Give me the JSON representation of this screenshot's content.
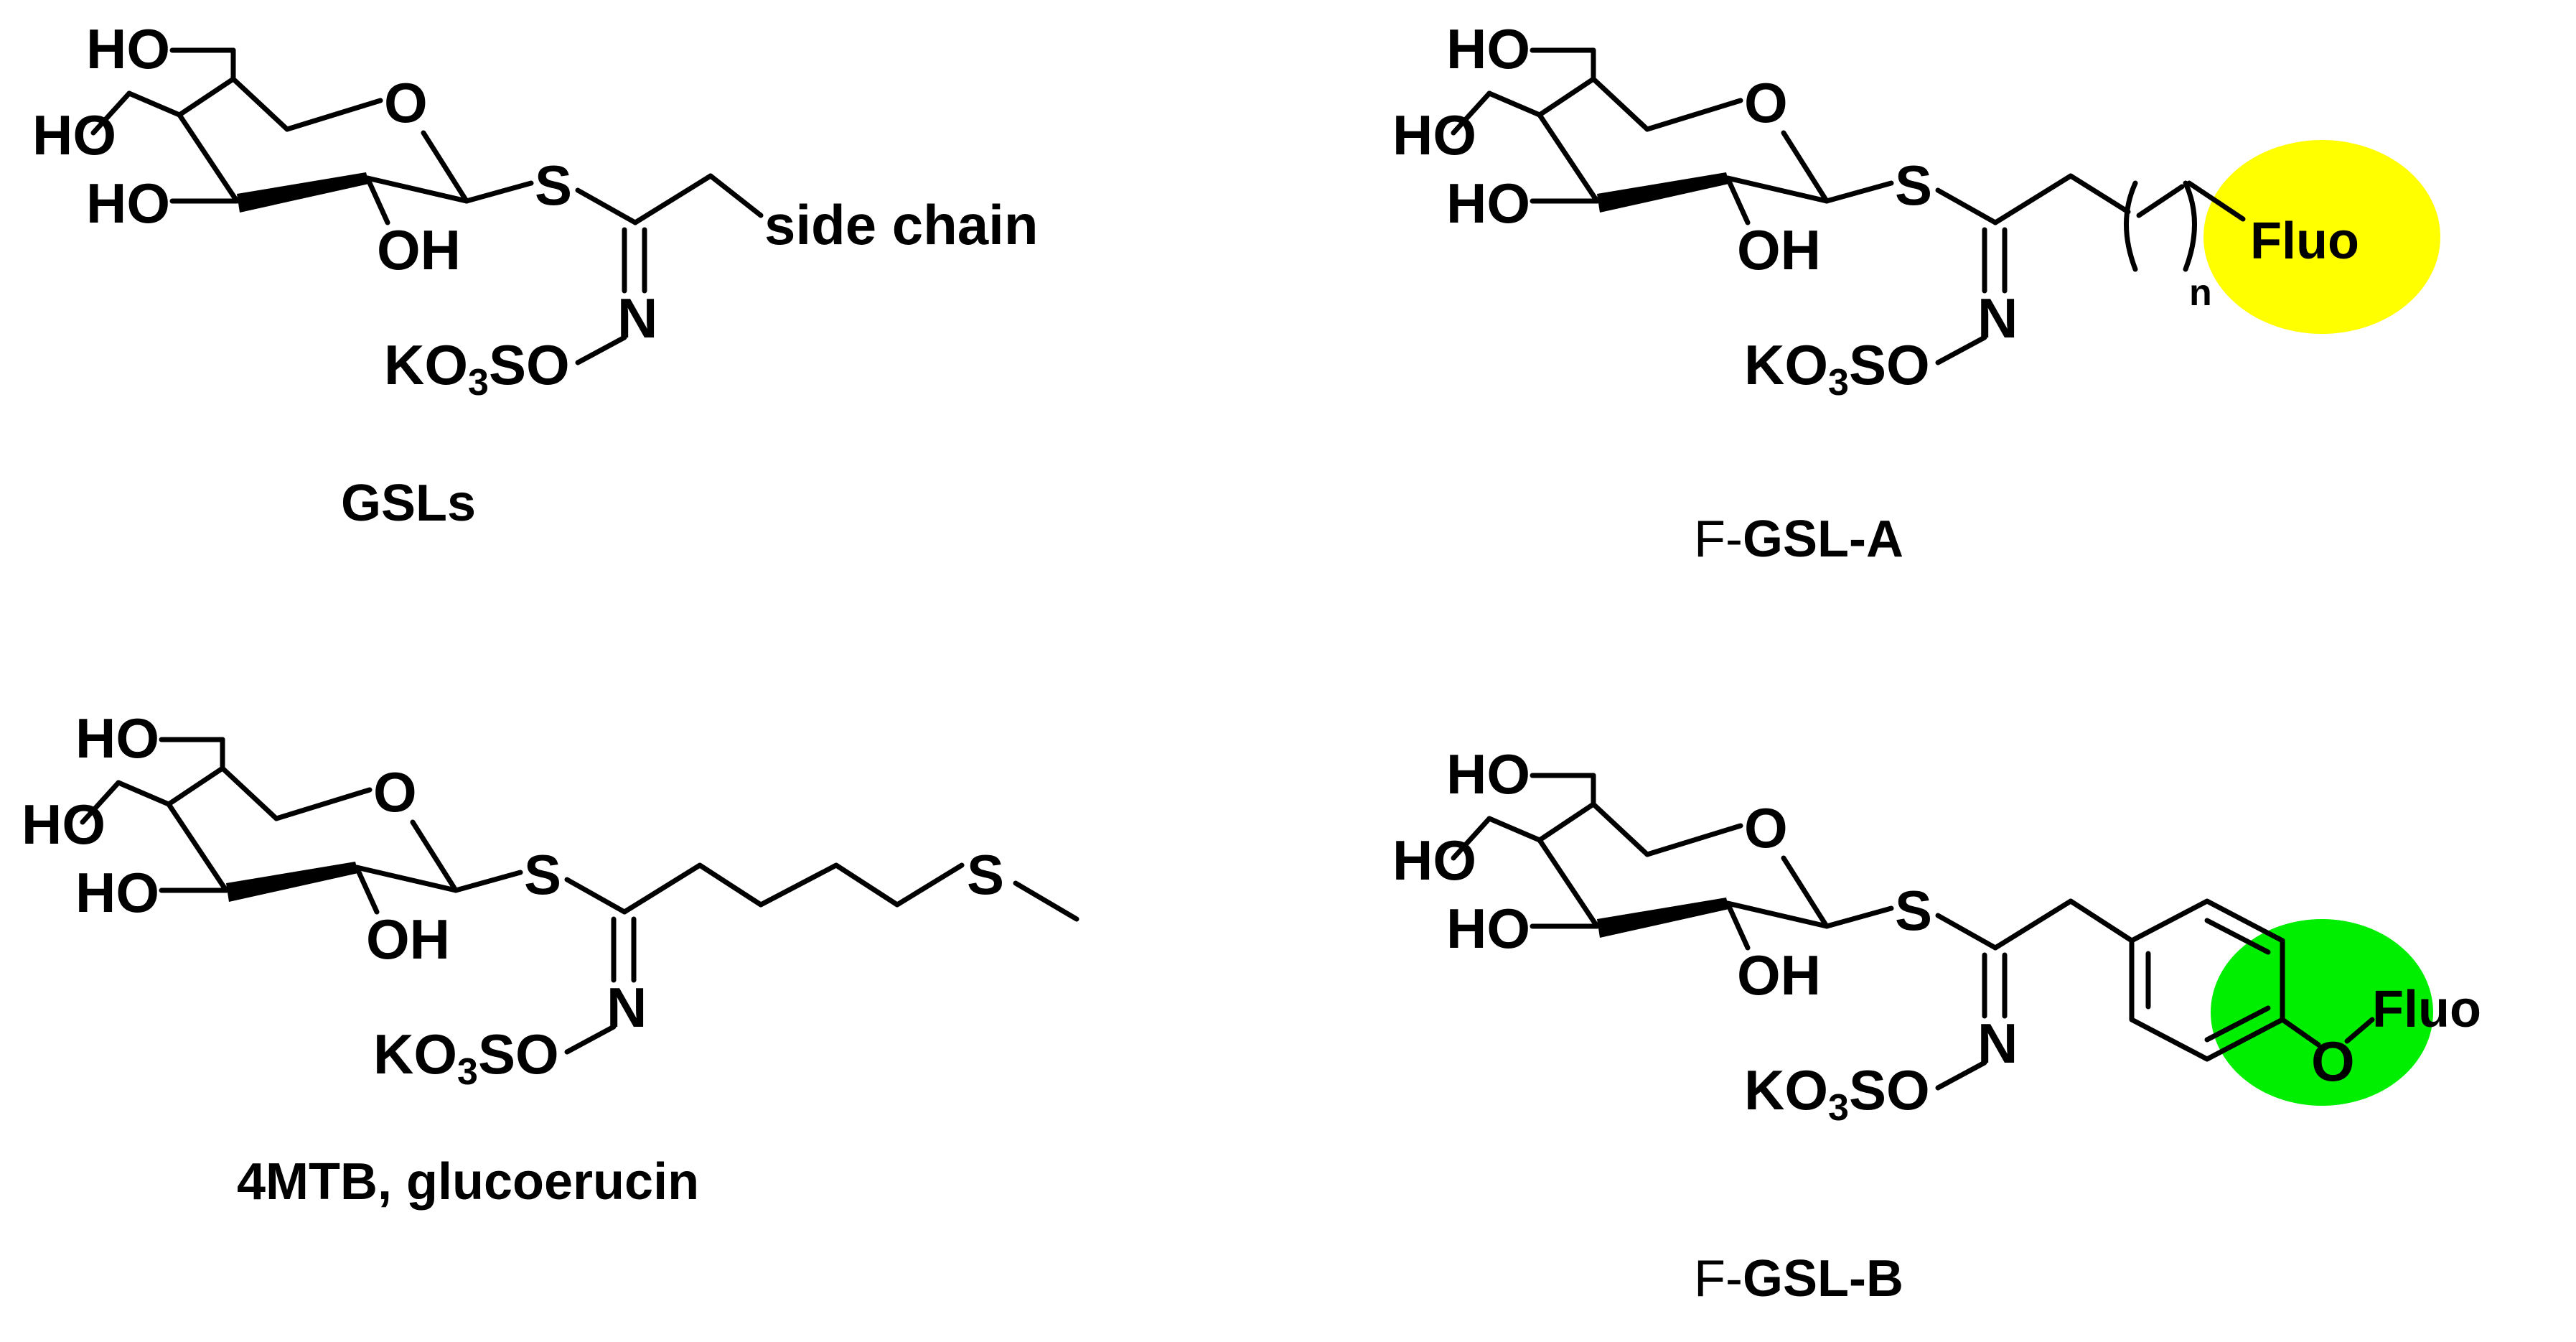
{
  "labels": {
    "ho": "HO",
    "oh": "OH",
    "ring_o": "O",
    "s": "S",
    "n": "N",
    "k": "K",
    "o": "O",
    "three": "3",
    "so": "SO",
    "side_chain": "side chain",
    "n_sub": "n",
    "fluo": "Fluo"
  },
  "captions": {
    "gsls": "GSLs",
    "fgsla_prefix": "F-",
    "fgsla_bold": "GSL-A",
    "mtb": "4MTB, glucoerucin",
    "fgslb_prefix": "F-",
    "fgslb_bold": "GSL-B"
  },
  "colors": {
    "fluo_a": "#ffff00",
    "fluo_b": "#00ee00",
    "bond": "#000000"
  }
}
